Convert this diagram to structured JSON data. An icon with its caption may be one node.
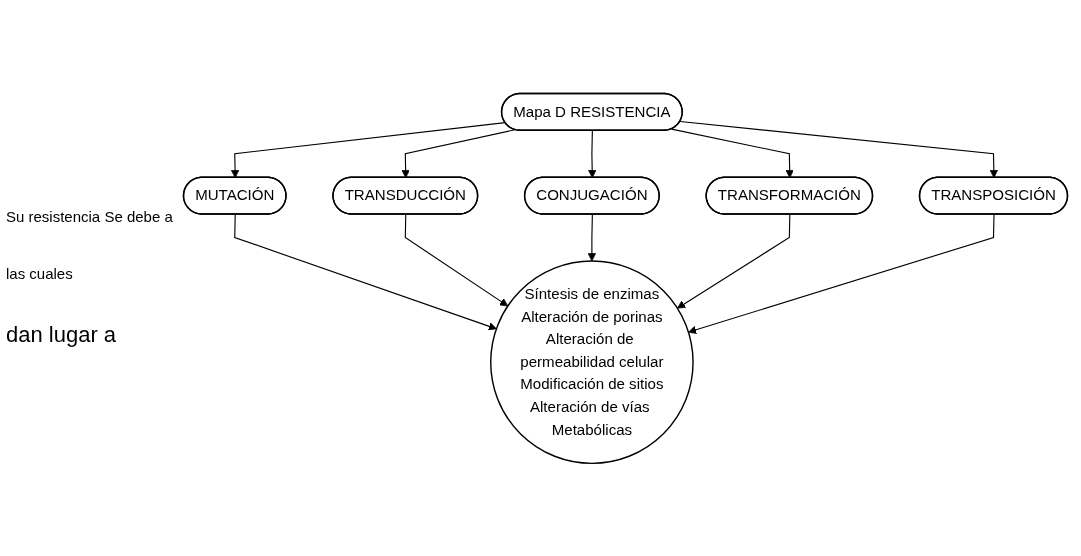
{
  "diagram": {
    "nodes": [
      {
        "text": [
          "Mapa D RESISTENCIA"
        ]
      },
      {
        "text": [
          "MUTACIÓN"
        ]
      },
      {
        "text": [
          "TRANSDUCCIÓN"
        ]
      },
      {
        "text": [
          "CONJUGACIÓN"
        ]
      },
      {
        "text": [
          "TRANSFORMACIÓN"
        ]
      },
      {
        "text": [
          "TRANSPOSICIÓN"
        ]
      },
      {
        "text": [
          "Síntesis de enzimas",
          "Alteración de porinas",
          "Alteración de permeabilidad celular",
          "Modificación de sitios",
          "Alteración de vías Metabólicas"
        ]
      }
    ],
    "edges": [
      {
        "from": 0,
        "to": 1,
        "arrow": "to"
      },
      {
        "from": 0,
        "to": 2,
        "arrow": "to"
      },
      {
        "from": 0,
        "to": 3,
        "arrow": "to"
      },
      {
        "from": 0,
        "to": 4,
        "arrow": "to"
      },
      {
        "from": 0,
        "to": 5,
        "arrow": "to"
      },
      {
        "from": 1,
        "to": 6,
        "arrow": "to"
      },
      {
        "from": 2,
        "to": 6,
        "arrow": "to"
      },
      {
        "from": 3,
        "to": 6,
        "arrow": "to"
      },
      {
        "from": 4,
        "to": 6,
        "arrow": "to"
      },
      {
        "from": 5,
        "to": 6,
        "arrow": "to"
      }
    ],
    "labels": [
      "Su resistencia Se debe a",
      "las cuales",
      "dan lugar a"
    ]
  }
}
